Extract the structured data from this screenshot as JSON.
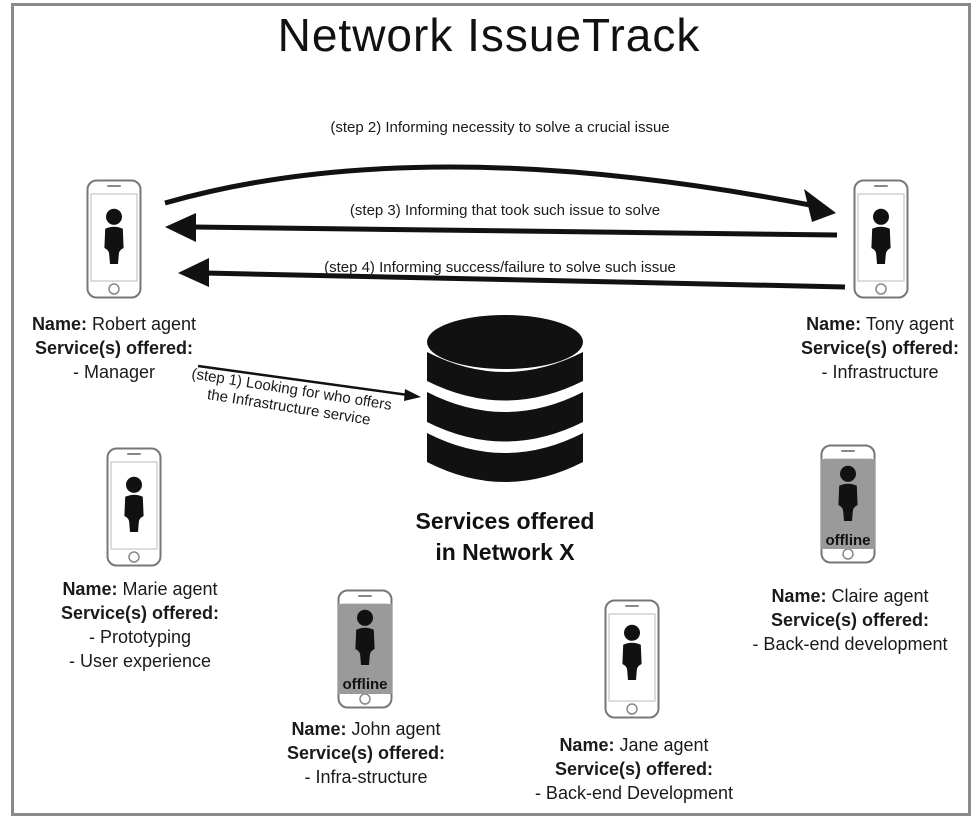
{
  "title": "Network IssueTrack",
  "database": {
    "label_line1": "Services offered",
    "label_line2": "in Network X",
    "icon": "database-icon"
  },
  "steps": [
    {
      "id": "step1",
      "text_line1": "(step 1) Looking for who offers",
      "text_line2": "the Infrastructure service"
    },
    {
      "id": "step2",
      "text": "(step 2) Informing necessity to solve a crucial issue"
    },
    {
      "id": "step3",
      "text": "(step 3) Informing that took such issue  to solve"
    },
    {
      "id": "step4",
      "text": "(step 4) Informing success/failure to solve such issue"
    }
  ],
  "labels": {
    "name": "Name:",
    "services": "Service(s) offered:",
    "offline": "offline"
  },
  "agents": [
    {
      "id": "robert",
      "name": "Robert agent",
      "services": [
        "- Manager"
      ],
      "offline": false
    },
    {
      "id": "tony",
      "name": "Tony agent",
      "services": [
        "- Infrastructure"
      ],
      "offline": false
    },
    {
      "id": "marie",
      "name": "Marie agent",
      "services": [
        "- Prototyping",
        "- User experience"
      ],
      "offline": false
    },
    {
      "id": "john",
      "name": "John agent",
      "services": [
        "- Infra-structure"
      ],
      "offline": true
    },
    {
      "id": "jane",
      "name": "Jane agent",
      "services": [
        "- Back-end Development"
      ],
      "offline": false
    },
    {
      "id": "claire",
      "name": "Claire agent",
      "services": [
        "- Back-end development"
      ],
      "offline": true
    }
  ],
  "colors": {
    "offline_overlay": "#9a9a9a",
    "line": "#111111"
  }
}
